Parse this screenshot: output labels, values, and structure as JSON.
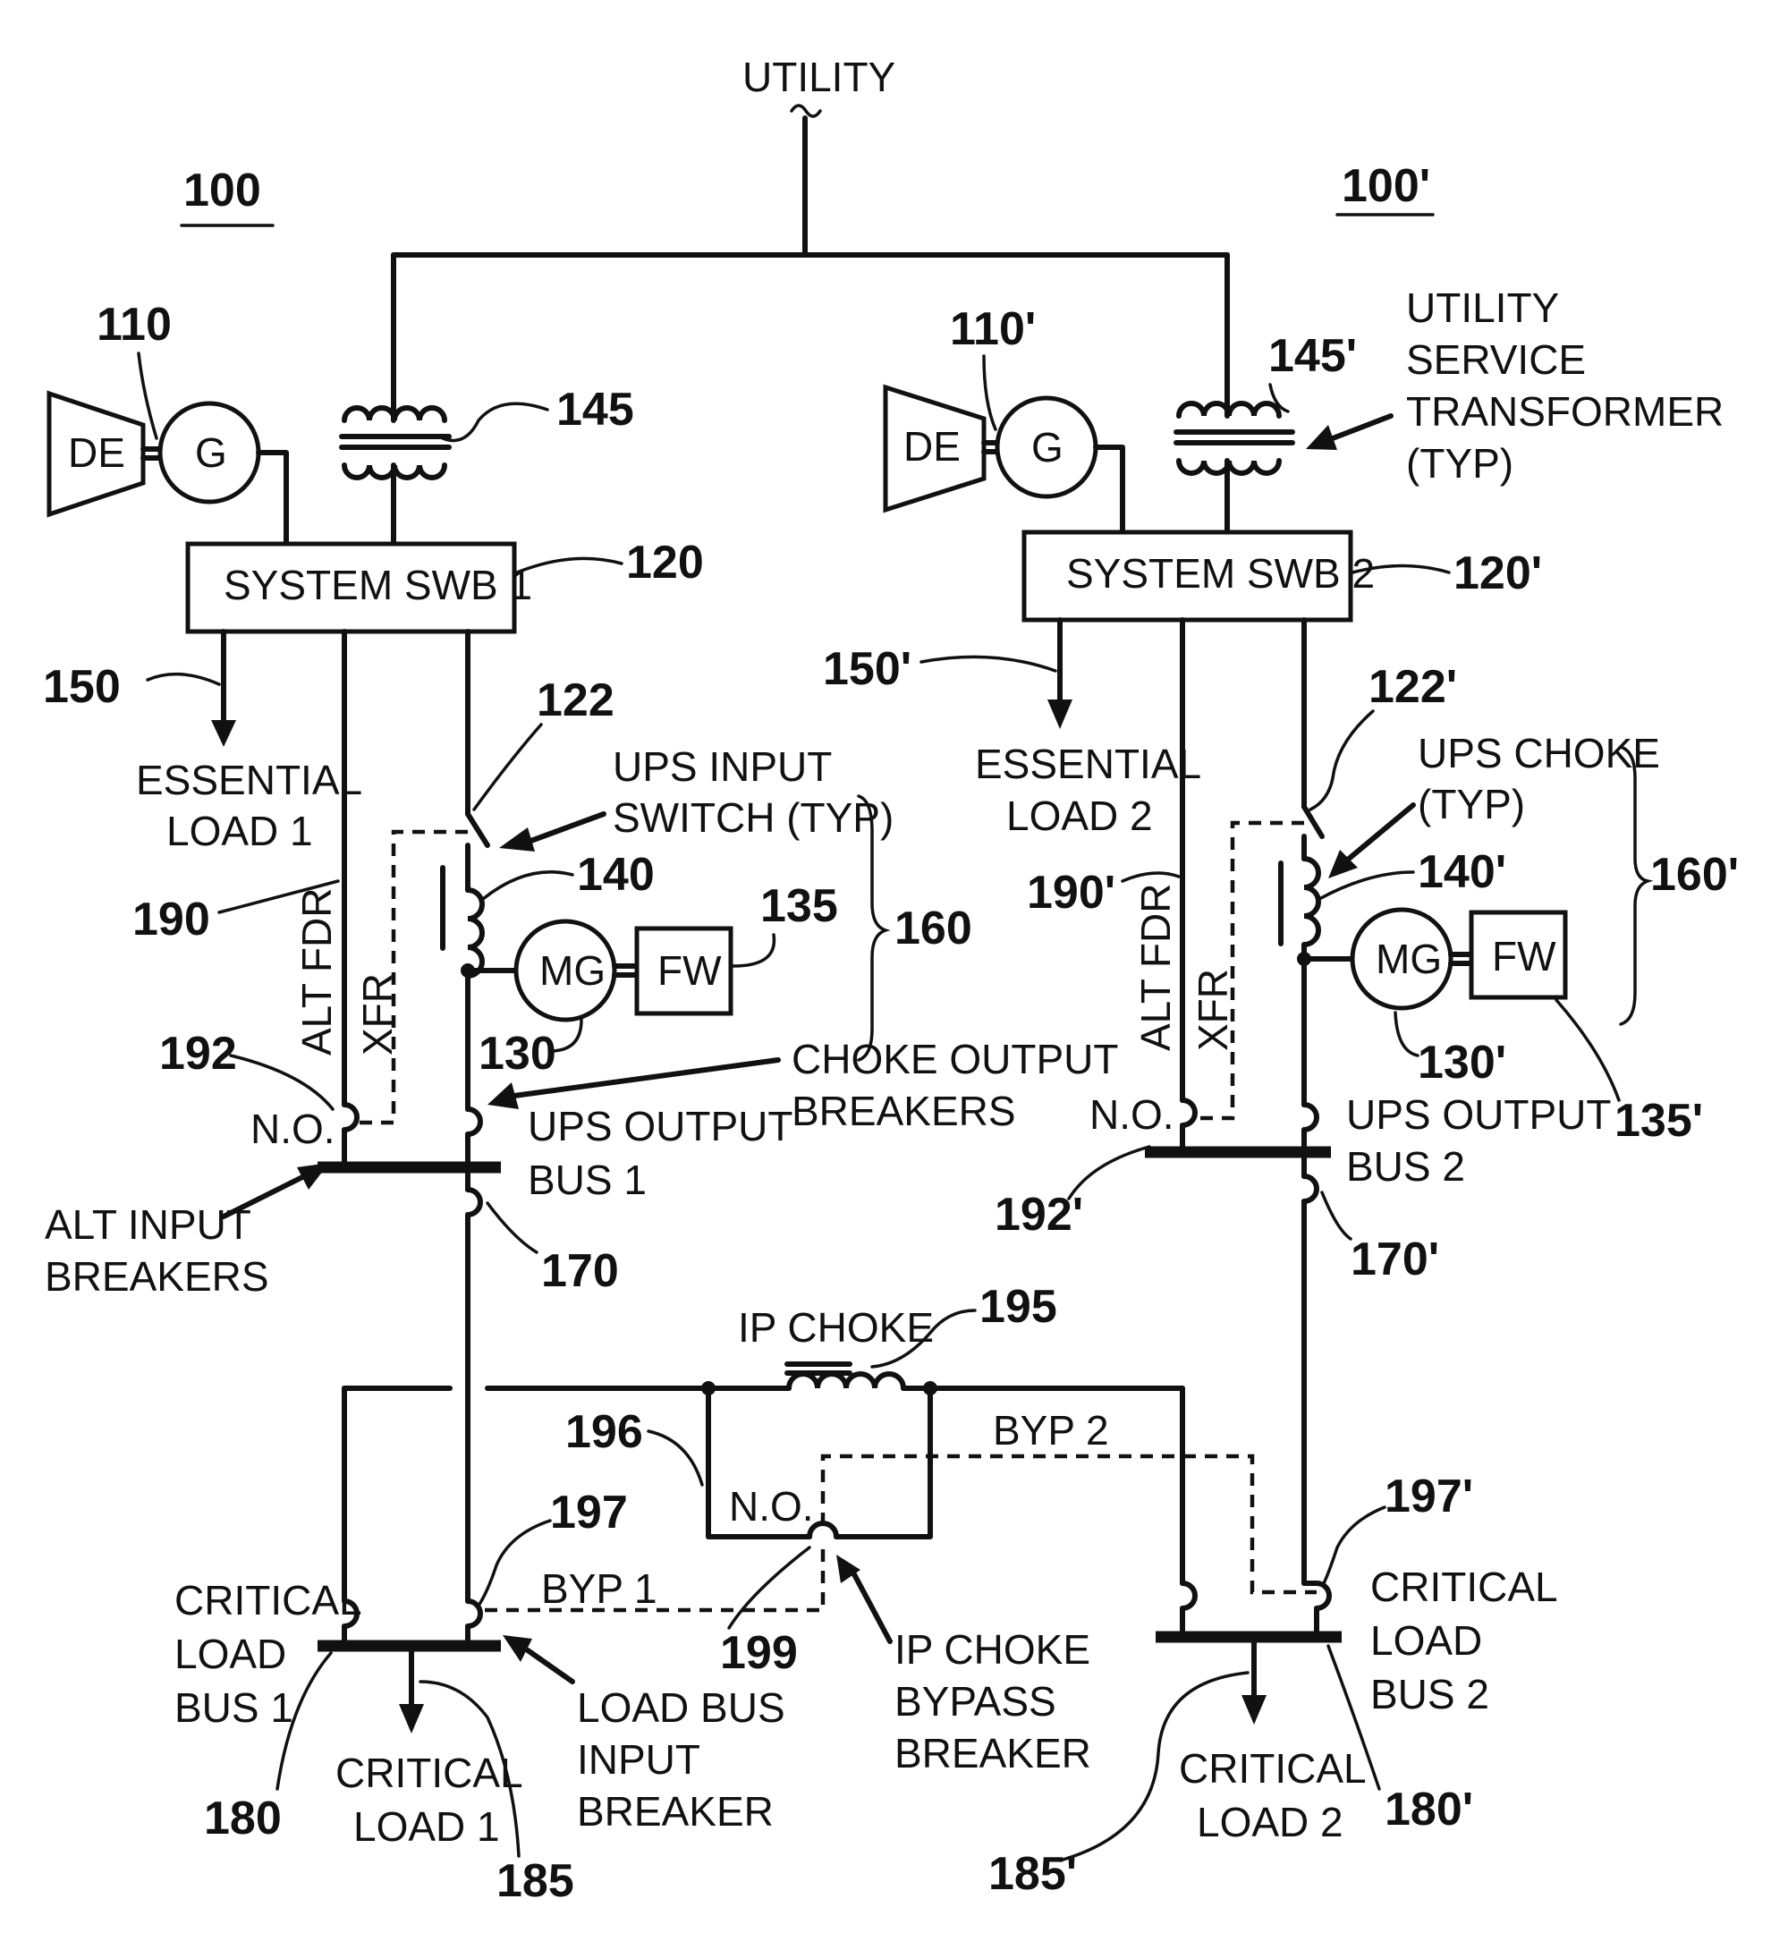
{
  "labels": {
    "utility": "UTILITY",
    "system_100": "100",
    "system_100p": "100'",
    "de_1": "DE",
    "g_1": "G",
    "de_2": "DE",
    "g_2": "G",
    "ref_110": "110",
    "ref_110p": "110'",
    "ref_145": "145",
    "ref_145p": "145'",
    "service_transformer": [
      "UTILITY",
      "SERVICE",
      "TRANSFORMER",
      "(TYP)"
    ],
    "swb_1": "SYSTEM SWB 1",
    "swb_2": "SYSTEM SWB 2",
    "ref_120": "120",
    "ref_120p": "120'",
    "ref_150": "150",
    "ref_150p": "150'",
    "essential_load_1": [
      "ESSENTIAL",
      "LOAD 1"
    ],
    "essential_load_2": [
      "ESSENTIAL",
      "LOAD 2"
    ],
    "ref_122": "122",
    "ref_122p": "122'",
    "ups_input_switch": [
      "UPS INPUT",
      "SWITCH (TYP)"
    ],
    "ups_choke": [
      "UPS CHOKE",
      "(TYP)"
    ],
    "ref_140": "140",
    "ref_140p": "140'",
    "ref_135": "135",
    "ref_135p": "135'",
    "ref_160": "160",
    "ref_160p": "160'",
    "mg_1": "MG",
    "fw_1": "FW",
    "mg_2": "MG",
    "fw_2": "FW",
    "ref_190": "190",
    "ref_190p": "190'",
    "alt_fdr": "ALT FDR",
    "xfr": "XFR",
    "ref_130": "130",
    "ref_130p": "130'",
    "ref_192": "192",
    "ref_192p": "192'",
    "no_1": "N.O.",
    "no_2": "N.O.",
    "no_3": "N.O.",
    "choke_output_breakers": [
      "CHOKE OUTPUT",
      "BREAKERS"
    ],
    "ups_output_bus_1": [
      "UPS OUTPUT",
      "BUS 1"
    ],
    "ups_output_bus_2": [
      "UPS OUTPUT",
      "BUS 2"
    ],
    "alt_input_breakers": [
      "ALT INPUT",
      "BREAKERS"
    ],
    "ref_170": "170",
    "ref_170p": "170'",
    "ip_choke": "IP CHOKE",
    "ref_195": "195",
    "ref_196": "196",
    "byp_1": "BYP 1",
    "byp_2": "BYP 2",
    "ref_197": "197",
    "ref_197p": "197'",
    "ref_199": "199",
    "critical_load_bus_1": [
      "CRITICAL",
      "LOAD",
      "BUS 1"
    ],
    "critical_load_bus_2": [
      "CRITICAL",
      "LOAD",
      "BUS 2"
    ],
    "load_bus_input_breaker": [
      "LOAD BUS",
      "INPUT",
      "BREAKER"
    ],
    "ip_choke_bypass_breaker": [
      "IP CHOKE",
      "BYPASS",
      "BREAKER"
    ],
    "critical_load_1": [
      "CRITICAL",
      "LOAD 1"
    ],
    "critical_load_2": [
      "CRITICAL",
      "LOAD 2"
    ],
    "ref_180": "180",
    "ref_180p": "180'",
    "ref_185": "185",
    "ref_185p": "185'"
  }
}
